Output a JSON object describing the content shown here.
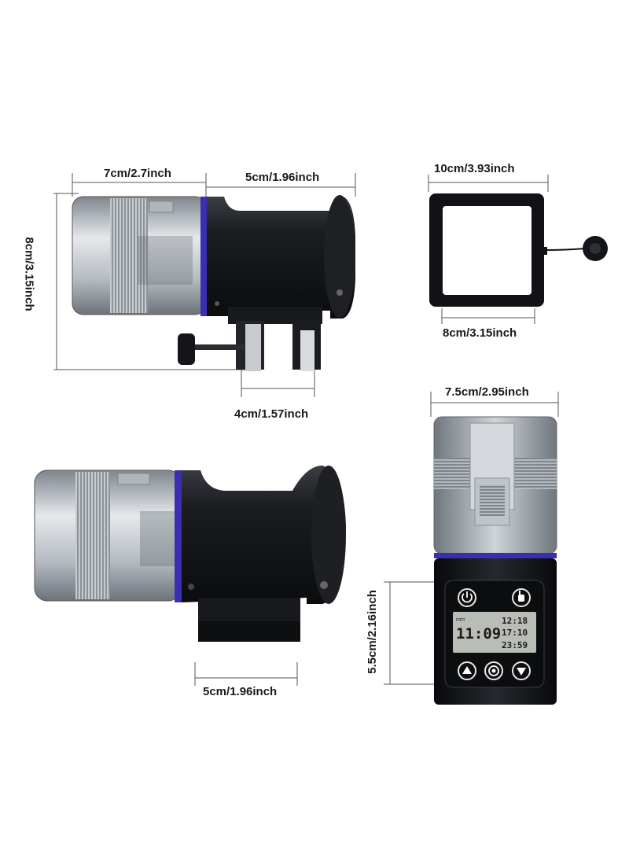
{
  "dimensions": {
    "side_top_left_width": "7cm/2.7inch",
    "side_top_right_width": "5cm/1.96inch",
    "side_height": "8cm/3.15inch",
    "clamp_width": "4cm/1.57inch",
    "ring_outer": "10cm/3.93inch",
    "ring_inner": "8cm/3.15inch",
    "front_width": "7.5cm/2.95inch",
    "front_panel_height": "5.5cm/2.16inch",
    "bottom_body_width": "5cm/1.96inch"
  },
  "lcd": {
    "battery": "▭▭",
    "main_time": "11:09",
    "time_1": "12:18",
    "time_2": "17:10",
    "time_3": "23:59"
  },
  "colors": {
    "body": "#141518",
    "hopper": "#9ea4aa",
    "accent_ring": "#3a2fb0",
    "lcd": "#b9bdb6"
  },
  "icons": [
    "power-icon",
    "hand-icon",
    "up-arrow-icon",
    "settings-gear-icon",
    "down-arrow-icon"
  ]
}
